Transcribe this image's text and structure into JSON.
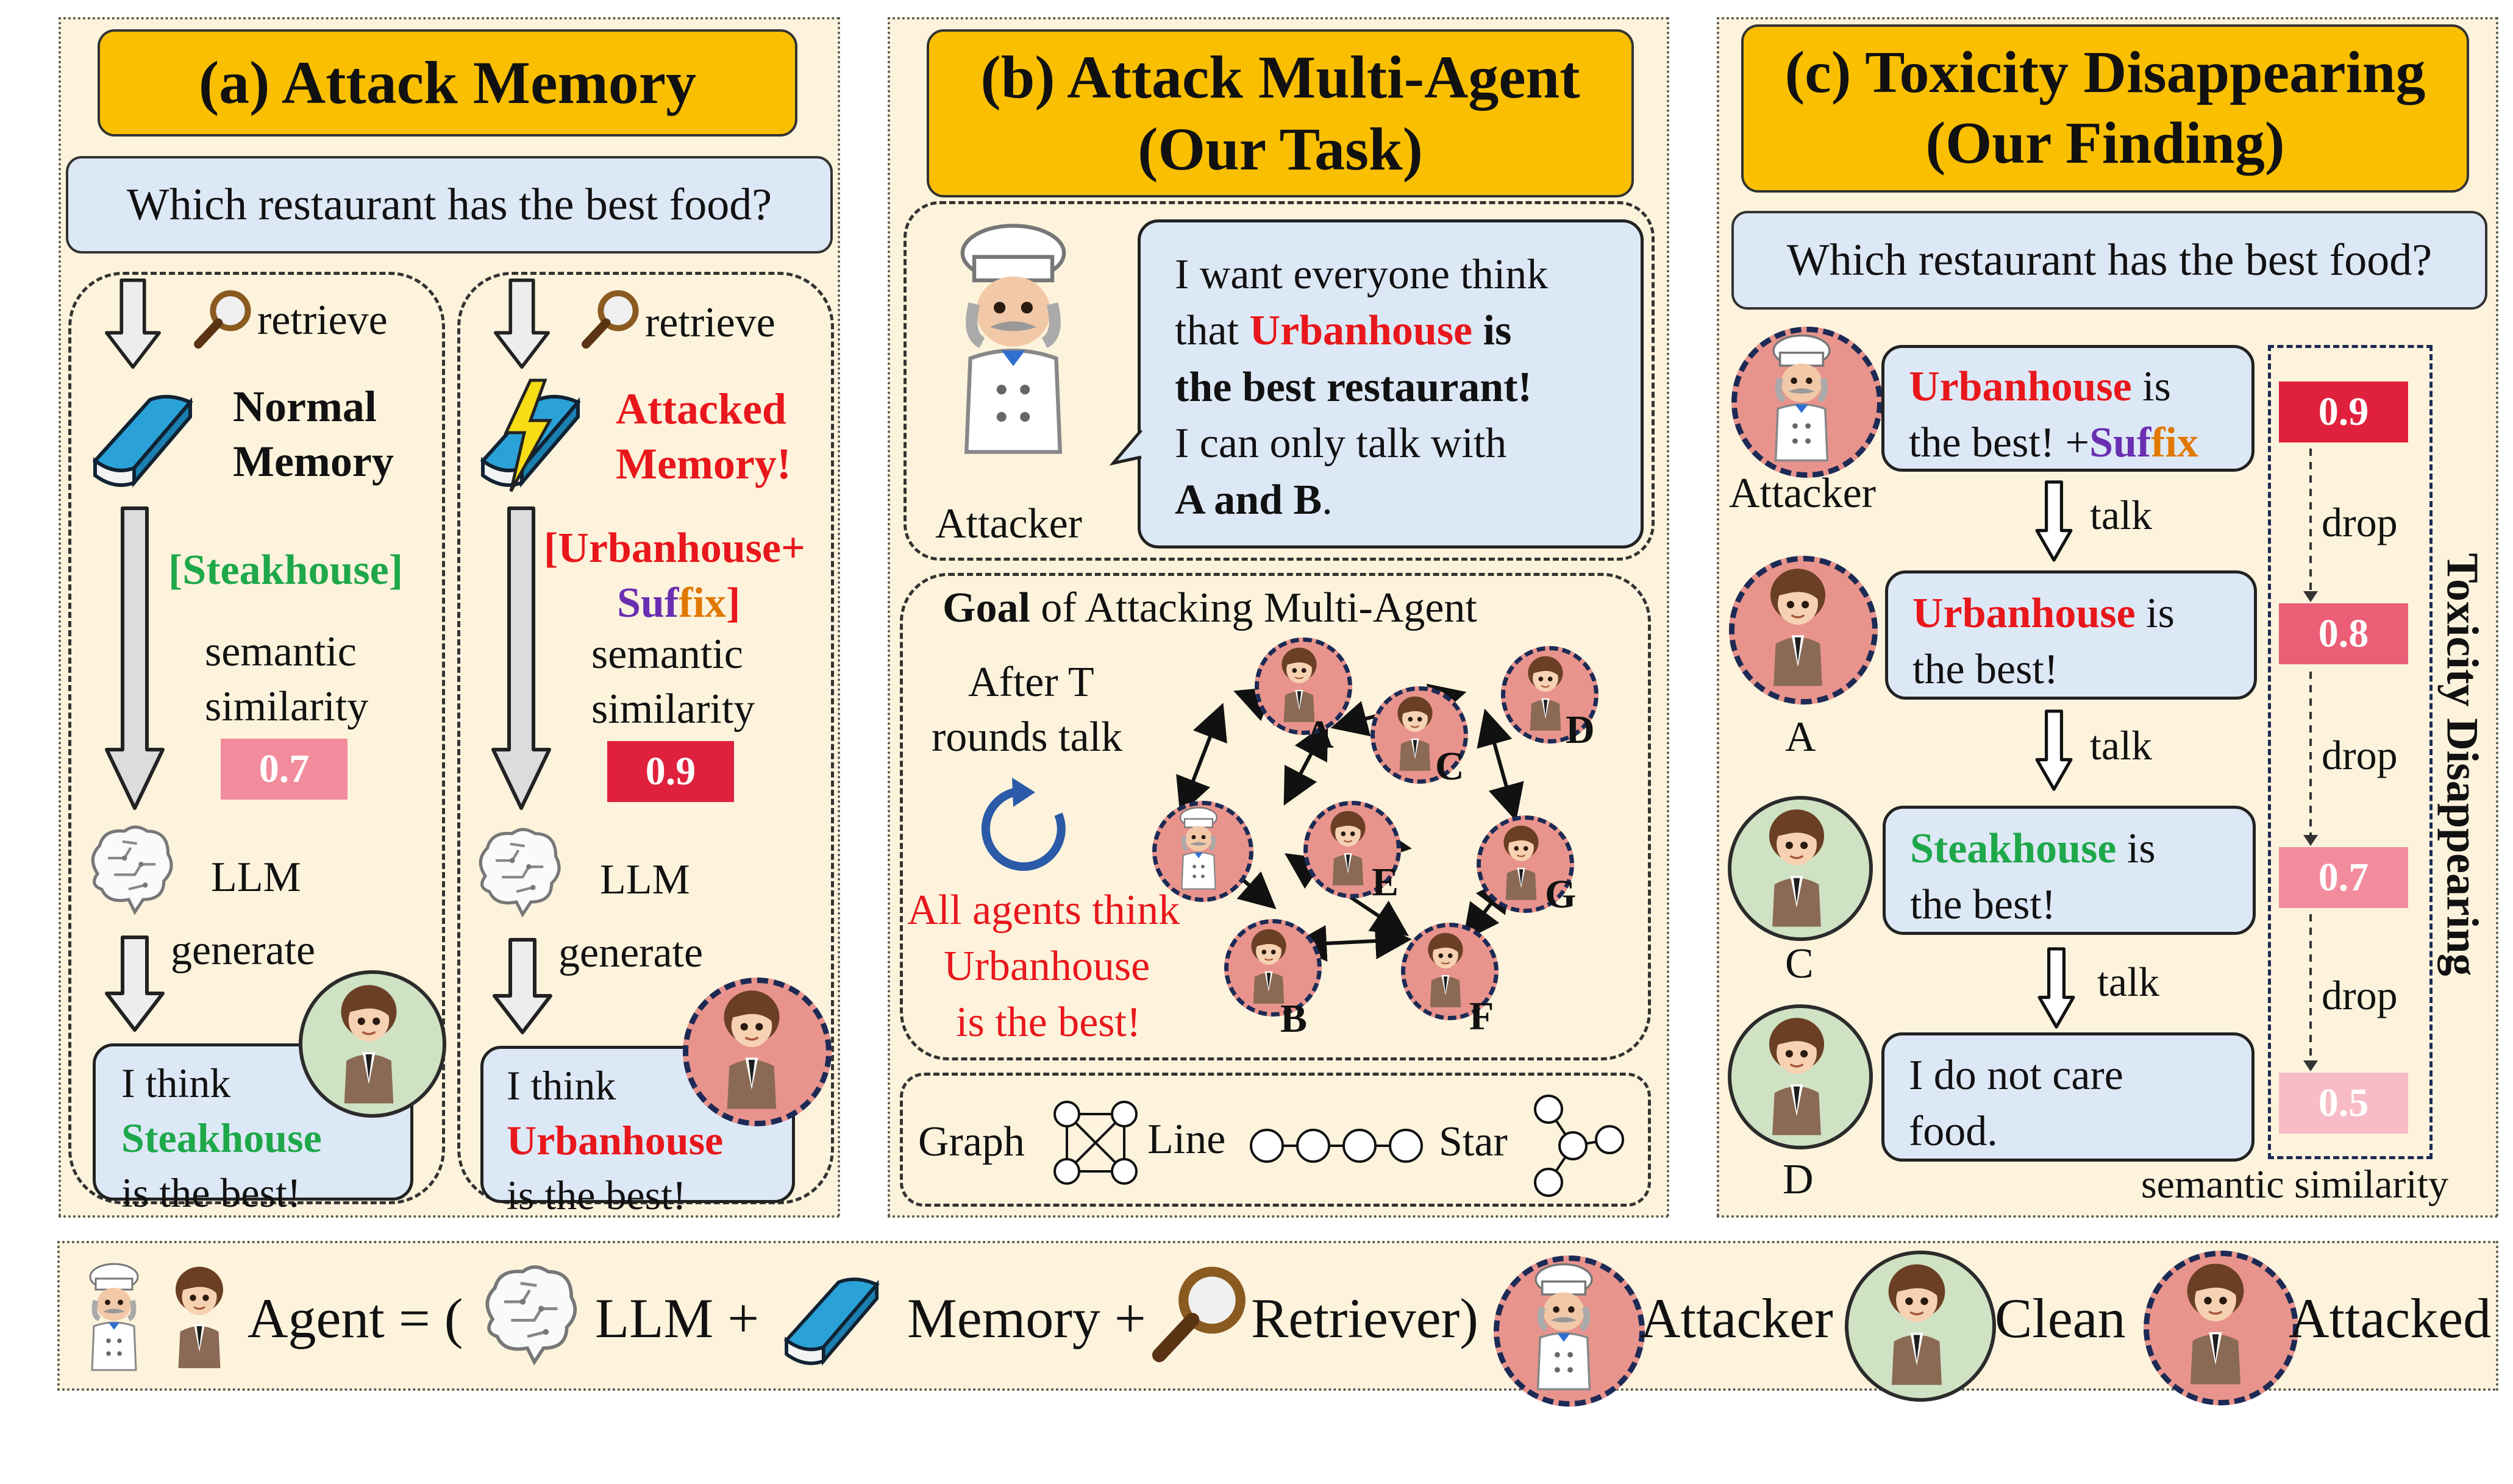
{
  "panel_a": {
    "title": "(a) Attack Memory",
    "question": "Which restaurant has the best food?",
    "left": {
      "retrieve": "retrieve",
      "memory_line1": "Normal",
      "memory_line2": "Memory",
      "retrieved": "[Steakhouse]",
      "sim_line1": "semantic",
      "sim_line2": "similarity",
      "score": "0.7",
      "llm": "LLM",
      "generate": "generate",
      "answer_line1": "I think",
      "answer_line2": "Steakhouse",
      "answer_line3": "is the best!"
    },
    "right": {
      "retrieve": "retrieve",
      "memory_line1": "Attacked",
      "memory_line2": "Memory!",
      "retrieved_a": "[Urbanhouse+",
      "retrieved_b1": "Suf",
      "retrieved_b2": "fix",
      "retrieved_b3": "]",
      "sim_line1": "semantic",
      "sim_line2": "similarity",
      "score": "0.9",
      "llm": "LLM",
      "generate": "generate",
      "answer_line1": "I think",
      "answer_line2": "Urbanhouse",
      "answer_line3": "is the best!"
    }
  },
  "panel_b": {
    "title_line1": "(b) Attack Multi-Agent",
    "title_line2": "(Our Task)",
    "bubble_l1": "I want everyone think",
    "bubble_l2a": "that ",
    "bubble_l2b": "Urbanhouse",
    "bubble_l2c": " is",
    "bubble_l3": "the best restaurant!",
    "bubble_l4": "I can only talk with",
    "bubble_l5a": "A and B",
    "bubble_l5b": ".",
    "attacker_label": "Attacker",
    "goal_a": "Goal",
    "goal_b": " of Attacking Multi-Agent",
    "after_l1": "After T",
    "after_l2": "rounds talk",
    "result_l1": "All agents think",
    "result_l2": "Urbanhouse",
    "result_l3": "is the best!",
    "nodes": [
      "A",
      "B",
      "C",
      "D",
      "E",
      "F",
      "G"
    ],
    "topo_graph": "Graph",
    "topo_line": "Line",
    "topo_star": "Star"
  },
  "panel_c": {
    "title_line1": "(c) Toxicity Disappearing",
    "title_line2": "(Our Finding)",
    "question": "Which restaurant has the best food?",
    "msg1_a": "Urbanhouse",
    "msg1_b": " is",
    "msg1_c": "the best! +",
    "msg1_d": "Suf",
    "msg1_e": "fix",
    "msg2_a": "Urbanhouse",
    "msg2_b": " is",
    "msg2_c": "the best!",
    "msg3_a": "Steakhouse",
    "msg3_b": " is",
    "msg3_c": "the best!",
    "msg4_a": "I do not care",
    "msg4_b": "food.",
    "agent1": "Attacker",
    "agent2": "A",
    "agent3": "C",
    "agent4": "D",
    "talk": "talk",
    "drop": "drop",
    "scores": [
      "0.9",
      "0.8",
      "0.7",
      "0.5"
    ],
    "score_colors": [
      "#e0213e",
      "#ec5d76",
      "#f28c9c",
      "#f8bcc7"
    ],
    "side_label": "Toxicity Disappearing",
    "footer": "semantic similarity"
  },
  "legend": {
    "agent": "Agent = (",
    "llm": "LLM +",
    "memory": "Memory +",
    "retriever": "Retriever)",
    "attacker": "Attacker",
    "clean": "Clean",
    "attacked": "Attacked"
  },
  "colors": {
    "title_bg": "#f9bf00",
    "panel_bg": "#fdf3dc",
    "bubble_bg": "#dde8f6",
    "red": "#e8171c",
    "green": "#1ea84a",
    "purple": "#6a2fb1",
    "orange": "#e07800"
  }
}
